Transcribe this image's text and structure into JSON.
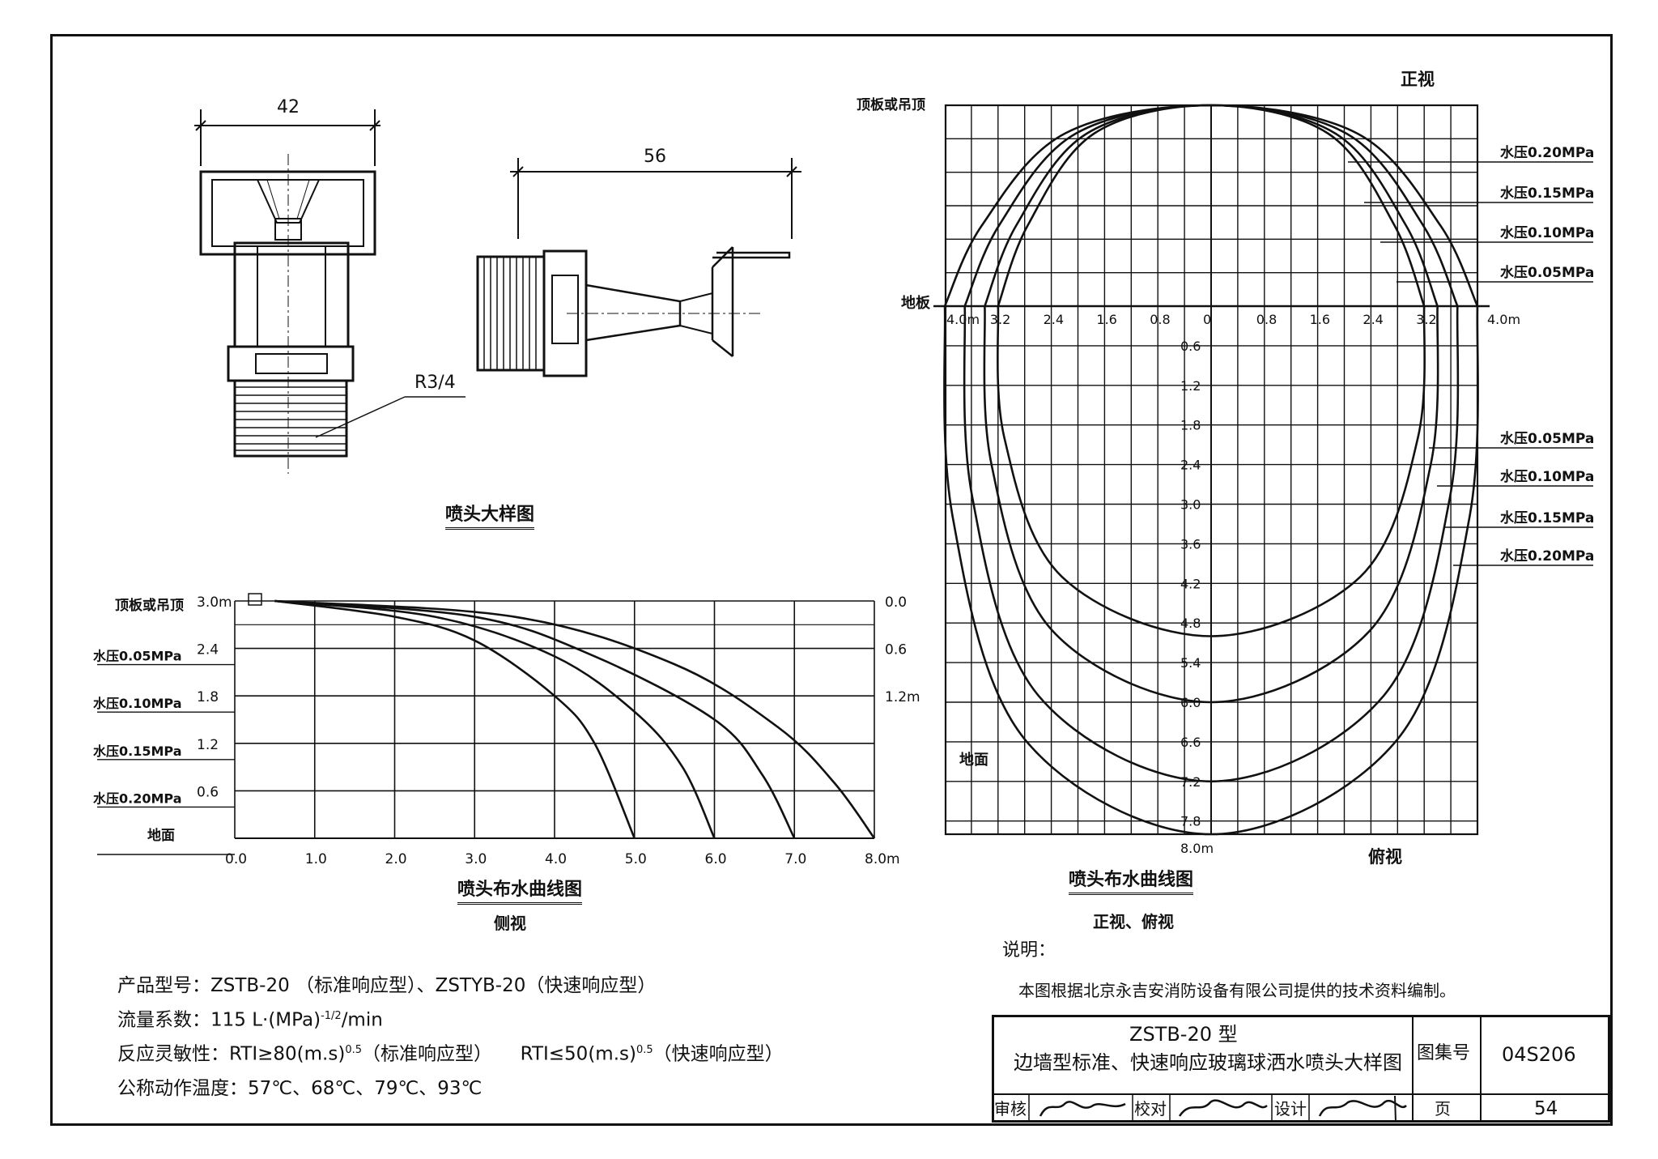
{
  "sprinkler_drawing": {
    "dim_width": "42",
    "dim_length": "56",
    "thread": "R3/4",
    "caption": "喷头大样图"
  },
  "side_chart": {
    "top_label": "顶板或吊顶",
    "pressure_labels": [
      "水压0.05MPa",
      "水压0.10MPa",
      "水压0.15MPa",
      "水压0.20MPa"
    ],
    "floor_label": "地面",
    "left_ticks": [
      "3.0m",
      "2.4",
      "1.8",
      "1.2",
      "0.6"
    ],
    "right_ticks": [
      "0.0",
      "0.6",
      "1.2m"
    ],
    "x_ticks": [
      "0.0",
      "1.0",
      "2.0",
      "3.0",
      "4.0",
      "5.0",
      "6.0",
      "7.0",
      "8.0m"
    ],
    "caption": "喷头布水曲线图",
    "subcaption": "侧视"
  },
  "front_chart": {
    "title_front": "正视",
    "top_label": "顶板或吊顶",
    "floor_label_top": "地板",
    "upper_pressure_labels": [
      "水压0.20MPa",
      "水压0.15MPa",
      "水压0.10MPa",
      "水压0.05MPa"
    ],
    "x_ticks": [
      "4.0m",
      "3.2",
      "2.4",
      "1.6",
      "0.8",
      "0",
      "0.8",
      "1.6",
      "2.4",
      "3.2",
      "4.0m"
    ],
    "y_ticks": [
      "0.6",
      "1.2",
      "1.8",
      "2.4",
      "3.0",
      "3.6",
      "4.2",
      "4.8",
      "5.4",
      "6.0",
      "6.6",
      "7.2",
      "7.8",
      "8.0m"
    ],
    "lower_pressure_labels": [
      "水压0.05MPa",
      "水压0.10MPa",
      "水压0.15MPa",
      "水压0.20MPa"
    ],
    "floor_label_bottom": "地面",
    "title_top_view": "俯视",
    "caption": "喷头布水曲线图",
    "subcaption": "正视、俯视"
  },
  "chart_data": [
    {
      "type": "line",
      "title": "喷头布水曲线图",
      "subtitle": "侧视",
      "xlim": [
        0,
        8
      ],
      "ylim": [
        0,
        3
      ],
      "series": [
        {
          "name": "水压0.05MPa",
          "x": [
            0.5,
            2.0,
            3.0,
            4.0,
            4.5,
            5.0
          ],
          "y": [
            3.0,
            2.8,
            2.5,
            1.8,
            1.2,
            0.0
          ]
        },
        {
          "name": "水压0.10MPa",
          "x": [
            0.5,
            2.5,
            4.0,
            5.0,
            5.6,
            6.0
          ],
          "y": [
            3.0,
            2.8,
            2.3,
            1.6,
            0.9,
            0.0
          ]
        },
        {
          "name": "水压0.15MPa",
          "x": [
            0.5,
            3.0,
            4.5,
            6.0,
            6.6,
            7.0
          ],
          "y": [
            3.0,
            2.8,
            2.3,
            1.5,
            0.8,
            0.0
          ]
        },
        {
          "name": "水压0.20MPa",
          "x": [
            0.5,
            3.5,
            5.5,
            6.8,
            7.5,
            8.0
          ],
          "y": [
            3.0,
            2.8,
            2.2,
            1.4,
            0.7,
            0.0
          ]
        }
      ]
    },
    {
      "type": "line",
      "title": "喷头布水曲线图",
      "subtitle": "正视",
      "xlim": [
        -4.0,
        4.0
      ],
      "series": [
        {
          "name": "水压0.20MPa",
          "half_width": 4.0
        },
        {
          "name": "水压0.15MPa",
          "half_width": 3.7
        },
        {
          "name": "水压0.10MPa",
          "half_width": 3.4
        },
        {
          "name": "水压0.05MPa",
          "half_width": 3.2
        }
      ]
    },
    {
      "type": "line",
      "title": "喷头布水曲线图",
      "subtitle": "俯视",
      "xlim": [
        -4.0,
        4.0
      ],
      "ylim": [
        0,
        8.0
      ],
      "series": [
        {
          "name": "水压0.05MPa",
          "depth": 5.0,
          "half_width": 3.2
        },
        {
          "name": "水压0.10MPa",
          "depth": 6.0,
          "half_width": 3.4
        },
        {
          "name": "水压0.15MPa",
          "depth": 7.2,
          "half_width": 3.7
        },
        {
          "name": "水压0.20MPa",
          "depth": 8.0,
          "half_width": 4.0
        }
      ]
    }
  ],
  "specs": {
    "model": "产品型号：ZSTB-20  （标准响应型）、ZSTYB-20（快速响应型）",
    "flow": "流量系数：115 L·(MPa)",
    "flow_exp": "-1/2",
    "flow_unit": "/min",
    "rti_label": "反应灵敏性：RTI≥80(m.s)",
    "rti_exp": "0.5",
    "rti_std": "（标准响应型）",
    "rti2": "RTI≤50(m.s)",
    "rti2_exp": "0.5",
    "rti_fast": "（快速响应型）",
    "temp": "公称动作温度：57℃、68℃、79℃、93℃"
  },
  "notes": {
    "heading": "说明：",
    "text": "本图根据北京永吉安消防设备有限公司提供的技术资料编制。"
  },
  "title_block": {
    "title1": "ZSTB-20 型",
    "title2": "边墙型标准、快速响应玻璃球洒水喷头大样图",
    "set_no_label": "图集号",
    "set_no": "04S206",
    "review_label": "审核",
    "check_label": "校对",
    "design_label": "设计",
    "page_label": "页",
    "page": "54"
  }
}
